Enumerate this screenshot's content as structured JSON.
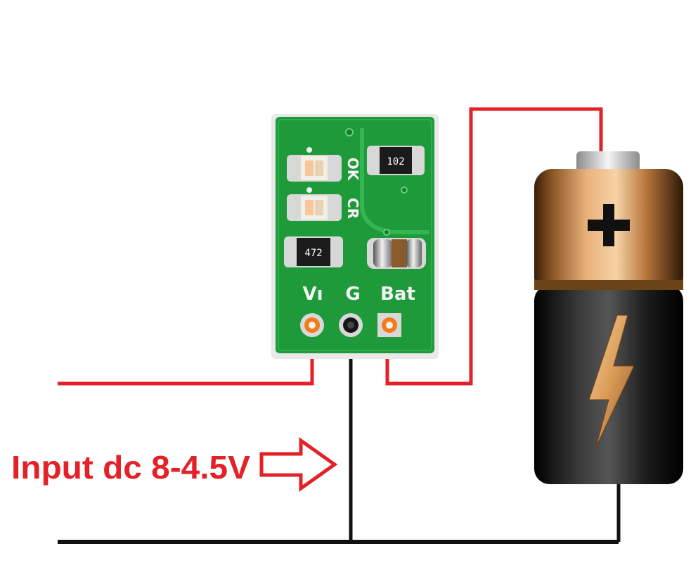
{
  "caption": {
    "text": "Input dc 8-4.5V"
  },
  "board": {
    "resistor_top_code": "102",
    "resistor_bottom_code": "472",
    "led_labels": [
      "OK",
      "CR"
    ],
    "pin_labels": [
      "Vı",
      "G",
      "Bat"
    ]
  },
  "battery": {
    "positive_symbol": "+",
    "icon": "lightning-bolt-icon"
  },
  "colors": {
    "positive_wire": "#e32127",
    "ground_wire": "#111111",
    "pcb": "#1f9a3a",
    "pad": "#d8d8d8",
    "pin_ring": "#f07c1a",
    "battery_gold": "#c98a4a",
    "battery_body": "#141414",
    "caption": "#e32127"
  }
}
